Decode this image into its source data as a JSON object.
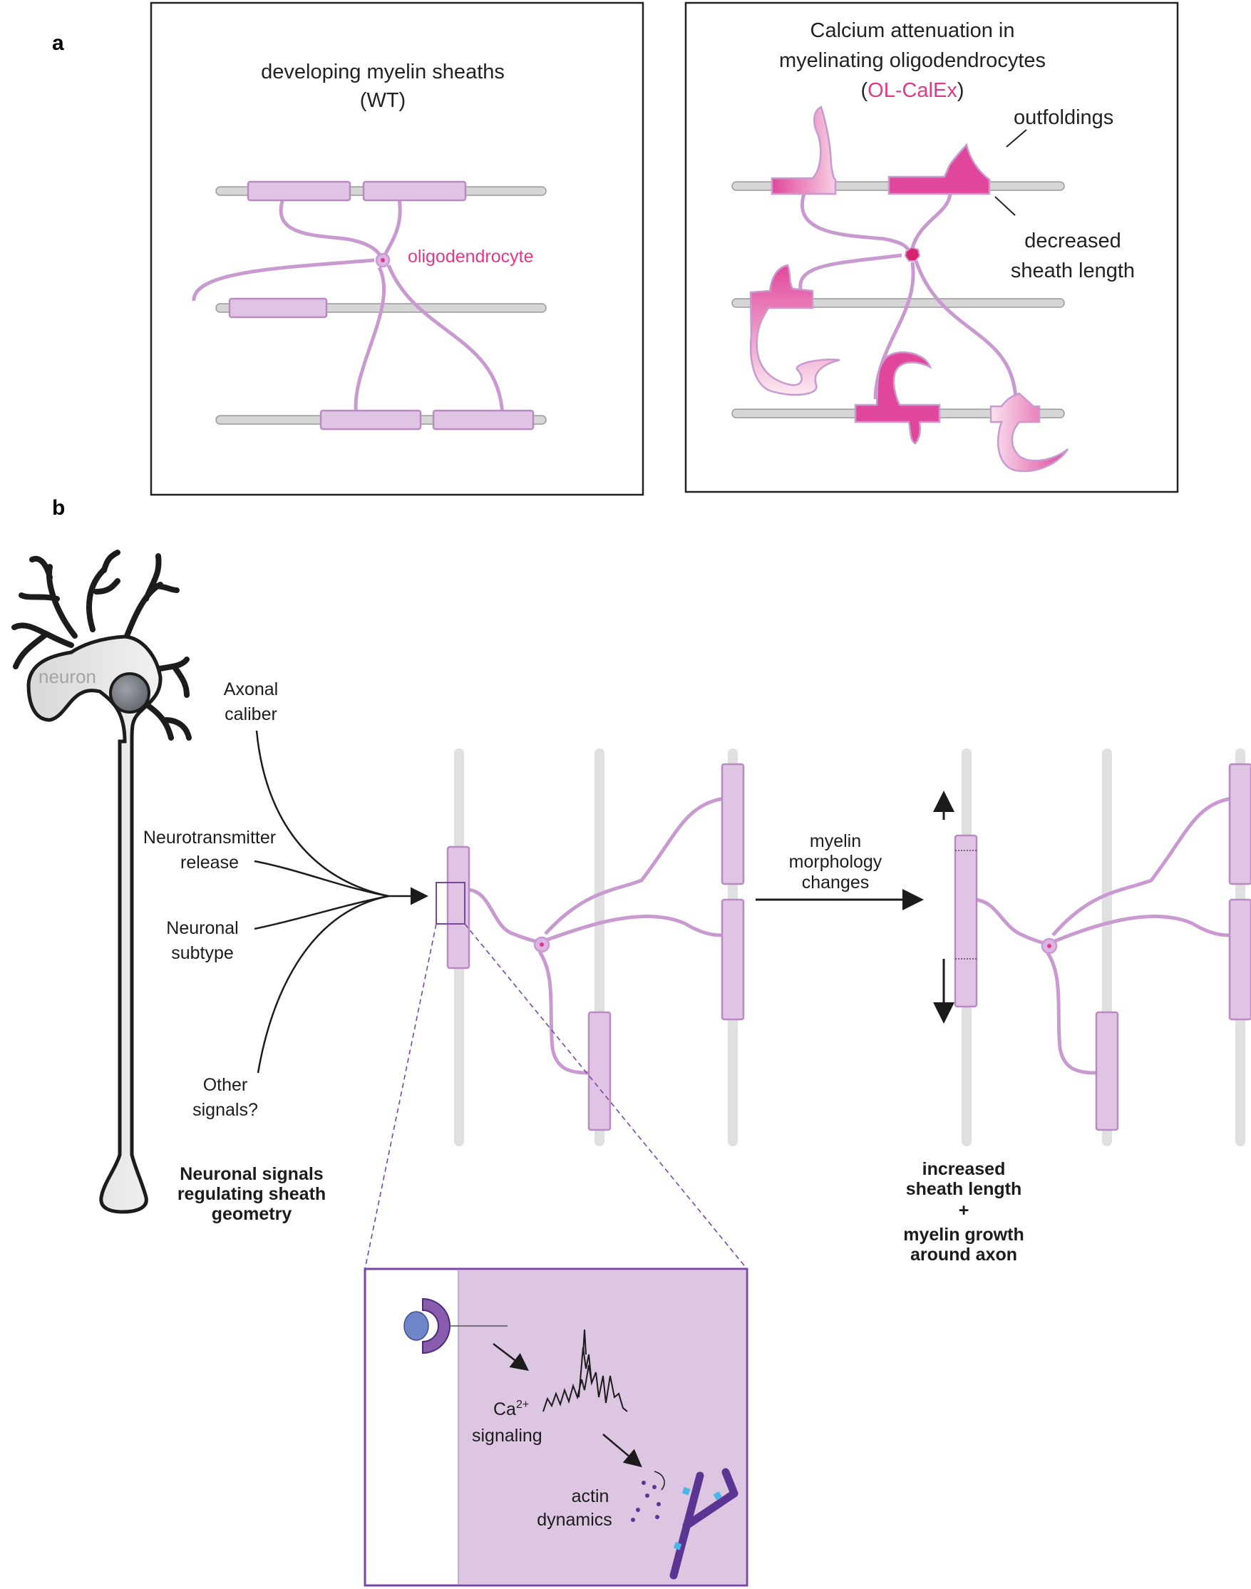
{
  "panel_a": {
    "letter": "a",
    "wt": {
      "title_line1": "developing myelin sheaths",
      "title_line2": "(WT)",
      "cell_label": "oligodendrocyte"
    },
    "calex": {
      "title_line1": "Calcium attenuation in",
      "title_line2": "myelinating oligodendrocytes",
      "paren_open": "(",
      "name": "OL-CalEx",
      "paren_close": ")",
      "callout_outfoldings": "outfoldings",
      "callout_length_line1": "decreased",
      "callout_length_line2": "sheath length"
    }
  },
  "panel_b": {
    "letter": "b",
    "neuron_label": "neuron",
    "signals": [
      {
        "line1": "Axonal",
        "line2": "caliber"
      },
      {
        "line1": "Neurotransmitter",
        "line2": "release"
      },
      {
        "line1": "Neuronal",
        "line2": "subtype"
      },
      {
        "line1": "Other",
        "line2": "signals?"
      }
    ],
    "signals_caption": [
      "Neuronal signals",
      "regulating sheath",
      "geometry"
    ],
    "change_label": [
      "myelin",
      "morphology",
      "changes"
    ],
    "outcome_caption": [
      "increased",
      "sheath length",
      "+",
      "myelin growth",
      "around axon"
    ],
    "inset": {
      "ca_main": "Ca",
      "ca_sup": "2+",
      "ca_line2": "signaling",
      "actin_line1": "actin",
      "actin_line2": "dynamics"
    }
  },
  "colors": {
    "myelin_fill": "#dfc4e3",
    "myelin_stroke": "#bb8ac5",
    "process": "#c89ad0",
    "magenta": "#e2388a",
    "calex_pink": "#e05a9c",
    "axon": "#d6d6d6",
    "inset_fill": "#dcc6e2",
    "inset_border": "#7a46a6",
    "actin": "#5b3591",
    "receptor": "#8a5cae",
    "ligand": "#6e86c7"
  }
}
